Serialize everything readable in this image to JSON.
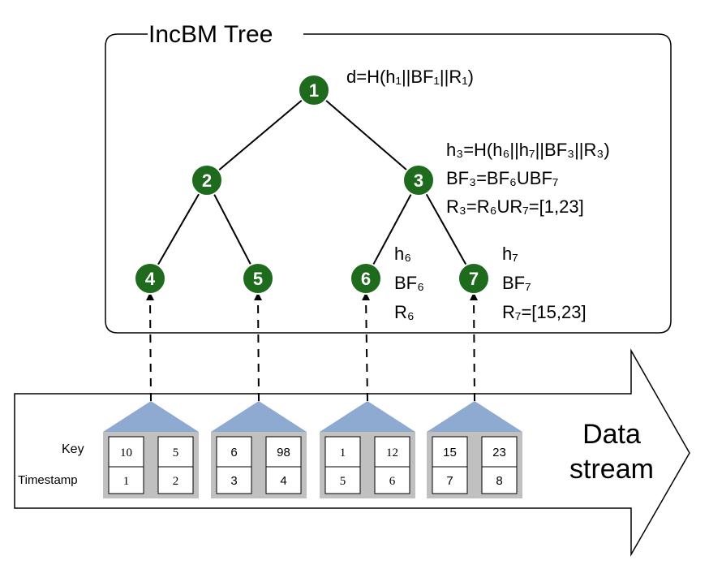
{
  "tree": {
    "title": "IncBM Tree",
    "root_annotation": "d=H(h₁||BF₁||R₁)",
    "node3_annotation": [
      "h₃=H(h₆||h₇||BF₃||R₃)",
      "BF₃=BF₆UBF₇",
      "R₃=R₆UR₇=[1,23]"
    ],
    "node6_annotation": [
      "h₆",
      "BF₆",
      "R₆"
    ],
    "node7_annotation": [
      "h₇",
      "BF₇",
      "R₇=[15,23]"
    ],
    "nodes": [
      {
        "id": 1,
        "label": "1"
      },
      {
        "id": 2,
        "label": "2"
      },
      {
        "id": 3,
        "label": "3"
      },
      {
        "id": 4,
        "label": "4"
      },
      {
        "id": 5,
        "label": "5"
      },
      {
        "id": 6,
        "label": "6"
      },
      {
        "id": 7,
        "label": "7"
      }
    ],
    "edges": [
      [
        1,
        2
      ],
      [
        1,
        3
      ],
      [
        2,
        4
      ],
      [
        2,
        5
      ],
      [
        3,
        6
      ],
      [
        3,
        7
      ]
    ]
  },
  "stream": {
    "label_line1": "Data",
    "label_line2": "stream",
    "key_label": "Key",
    "timestamp_label": "Timestamp",
    "blocks": [
      {
        "leaf": 4,
        "cells": [
          {
            "key": "10",
            "ts": "1"
          },
          {
            "key": "5",
            "ts": "2"
          }
        ]
      },
      {
        "leaf": 5,
        "cells": [
          {
            "key": "6",
            "ts": "3"
          },
          {
            "key": "98",
            "ts": "4"
          }
        ]
      },
      {
        "leaf": 6,
        "cells": [
          {
            "key": "1",
            "ts": "5"
          },
          {
            "key": "12",
            "ts": "6"
          }
        ]
      },
      {
        "leaf": 7,
        "cells": [
          {
            "key": "15",
            "ts": "7"
          },
          {
            "key": "23",
            "ts": "8"
          }
        ]
      }
    ]
  },
  "colors": {
    "node_fill": "#1e6b1e",
    "node_text": "#ffffff",
    "block_gray": "#c0c0c0",
    "roof_blue": "#8eaad0",
    "line": "#000000"
  }
}
